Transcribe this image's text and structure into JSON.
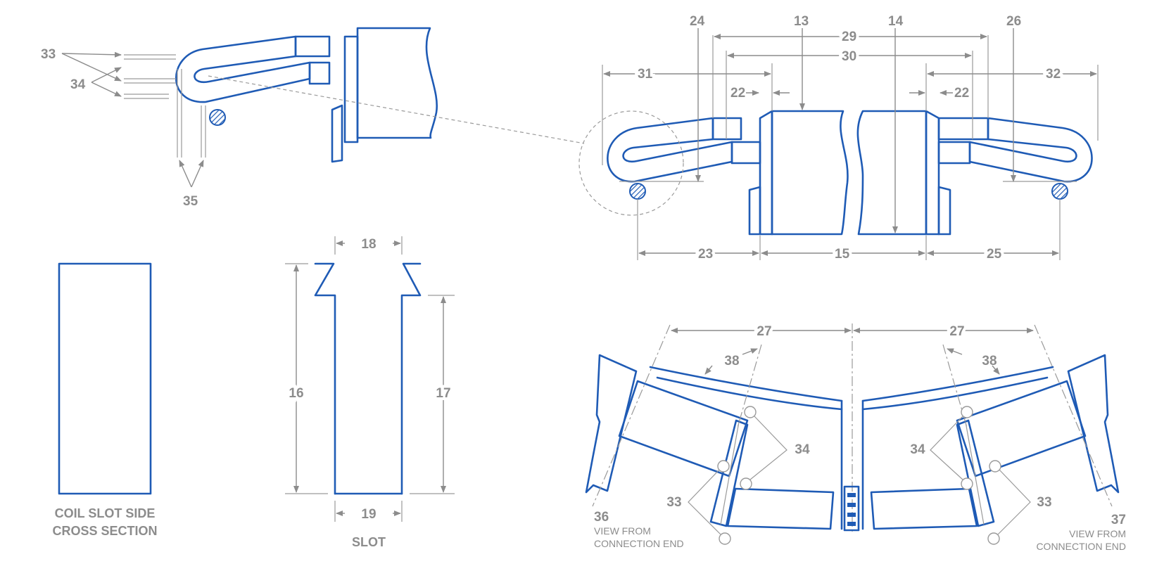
{
  "labels": {
    "n13": "13",
    "n14": "14",
    "n15": "15",
    "n16": "16",
    "n17": "17",
    "n18": "18",
    "n19": "19",
    "n22": "22",
    "n23": "23",
    "n24": "24",
    "n25": "25",
    "n26": "26",
    "n27": "27",
    "n29": "29",
    "n30": "30",
    "n31": "31",
    "n32": "32",
    "n33": "33",
    "n34": "34",
    "n35": "35",
    "n36": "36",
    "n37": "37",
    "n38": "38"
  },
  "captions": {
    "coil_slot_line1": "COIL SLOT SIDE",
    "coil_slot_line2": "CROSS SECTION",
    "slot": "SLOT",
    "view_line1": "VIEW FROM",
    "view_line2": "CONNECTION END"
  },
  "colors": {
    "part": "#1f5bb5",
    "annotation": "#8c8c8c"
  }
}
